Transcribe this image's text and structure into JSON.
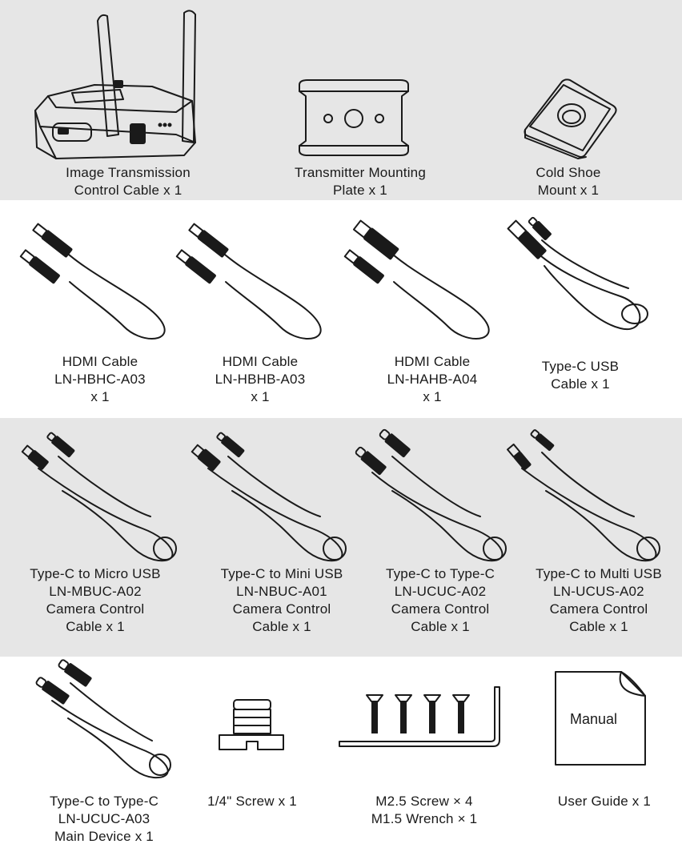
{
  "rows": [
    {
      "items": [
        {
          "icon": "transmitter-unit-icon",
          "lines": [
            "Image Transmission",
            "Control Cable x 1"
          ]
        },
        {
          "icon": "mounting-plate-icon",
          "lines": [
            "Transmitter Mounting",
            "Plate  x 1"
          ]
        },
        {
          "icon": "cold-shoe-icon",
          "lines": [
            "Cold Shoe",
            "Mount x 1"
          ]
        }
      ]
    },
    {
      "items": [
        {
          "icon": "hdmi-cable-icon",
          "lines": [
            "HDMI Cable",
            "LN-HBHC-A03",
            "x 1"
          ]
        },
        {
          "icon": "hdmi-cable-icon",
          "lines": [
            "HDMI Cable",
            "LN-HBHB-A03",
            "x 1"
          ]
        },
        {
          "icon": "hdmi-cable-icon",
          "lines": [
            "HDMI Cable",
            "LN-HAHB-A04",
            "x 1"
          ]
        },
        {
          "icon": "usb-cable-icon",
          "lines": [
            "Type-C USB",
            "Cable x 1"
          ]
        }
      ]
    },
    {
      "items": [
        {
          "icon": "micro-usb-cable-icon",
          "lines": [
            "Type-C to Micro USB",
            "LN-MBUC-A02",
            "Camera Control",
            "Cable x 1"
          ]
        },
        {
          "icon": "mini-usb-cable-icon",
          "lines": [
            "Type-C to Mini USB",
            "LN-NBUC-A01",
            "Camera Control",
            "Cable x 1"
          ]
        },
        {
          "icon": "type-c-cable-icon",
          "lines": [
            "Type-C to Type-C",
            "LN-UCUC-A02",
            "Camera Control",
            "Cable x 1"
          ]
        },
        {
          "icon": "multi-usb-cable-icon",
          "lines": [
            "Type-C to Multi USB",
            "LN-UCUS-A02",
            "Camera Control",
            "Cable x 1"
          ]
        }
      ]
    },
    {
      "items": [
        {
          "icon": "type-c-cable-icon",
          "lines": [
            "Type-C to Type-C",
            "LN-UCUC-A03",
            "Main Device x 1"
          ]
        },
        {
          "icon": "screw-icon",
          "lines": [
            "1/4\" Screw  x 1"
          ]
        },
        {
          "icon": "screws-wrench-icon",
          "lines": [
            "M2.5 Screw × 4",
            "M1.5 Wrench × 1"
          ]
        },
        {
          "icon": "manual-icon",
          "lines": [
            "User Guide x 1"
          ],
          "manual_label": "Manual"
        }
      ]
    }
  ]
}
